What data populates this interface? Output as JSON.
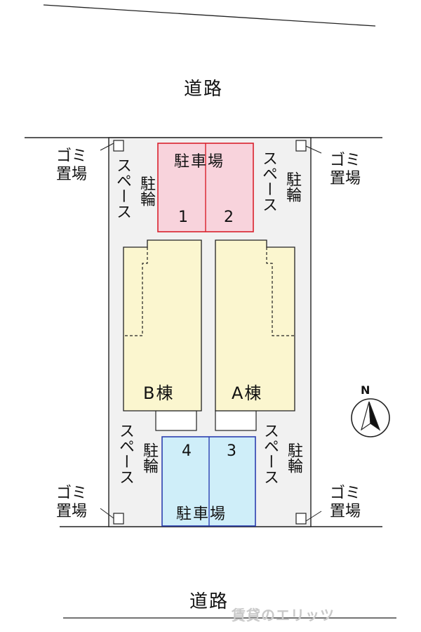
{
  "road_top": "道路",
  "road_bottom": "道路",
  "parking_top": {
    "title": "駐車場",
    "spaces": [
      "1",
      "2"
    ],
    "color": "#d9202c",
    "fill": "#f8d3dc"
  },
  "parking_bottom": {
    "title": "駐車場",
    "spaces": [
      "4",
      "3"
    ],
    "color": "#2c3fb0",
    "fill": "#cfeef9"
  },
  "bike_space_a": "スペース",
  "bike_space_b": "駐輪",
  "garbage_line1": "ゴミ",
  "garbage_line2": "置場",
  "building_b": "B棟",
  "building_a": "A棟",
  "compass_label": "N",
  "watermark": "賃貸のエリッツ",
  "colors": {
    "lot_fill": "#f1f1f1",
    "building_fill": "#fbf6cf"
  }
}
